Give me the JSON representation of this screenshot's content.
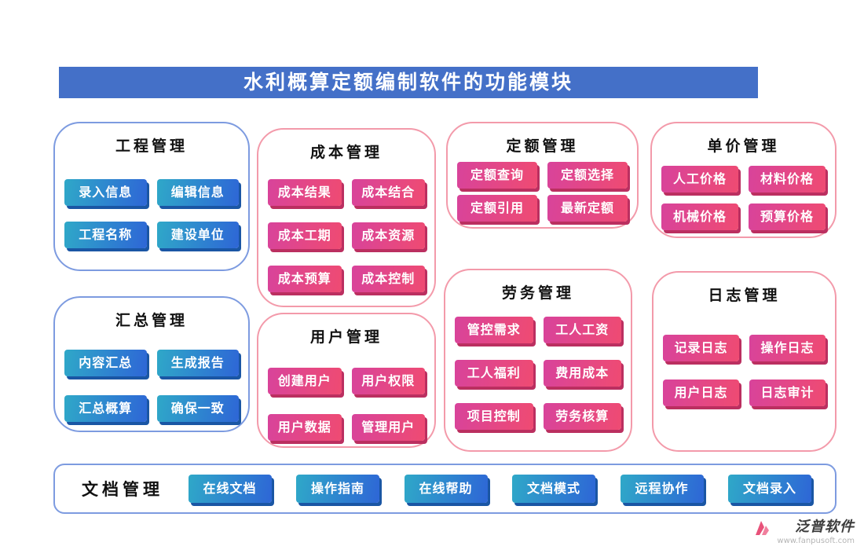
{
  "page": {
    "title": "水利概算定额编制软件的功能模块"
  },
  "colors": {
    "banner": "#4470c8",
    "blue_button_gradient": [
      "#2fa8c8",
      "#2e66d6"
    ],
    "blue_button_shadow": "#1a56a4",
    "pink_button_gradient": [
      "#d8439b",
      "#ef4b72"
    ],
    "pink_button_shadow": "#bb2f60",
    "blue_border": "#7d9be0",
    "pink_border": "#f39aaa"
  },
  "modules": [
    {
      "title": "工程管理",
      "theme": "blue",
      "buttons": [
        "录入信息",
        "编辑信息",
        "工程名称",
        "建设单位"
      ]
    },
    {
      "title": "成本管理",
      "theme": "pink",
      "buttons": [
        "成本结果",
        "成本结合",
        "成本工期",
        "成本资源",
        "成本预算",
        "成本控制"
      ]
    },
    {
      "title": "定额管理",
      "theme": "pink",
      "buttons": [
        "定额查询",
        "定额选择",
        "定额引用",
        "最新定额"
      ]
    },
    {
      "title": "单价管理",
      "theme": "pink",
      "buttons": [
        "人工价格",
        "材料价格",
        "机械价格",
        "预算价格"
      ]
    },
    {
      "title": "汇总管理",
      "theme": "blue",
      "buttons": [
        "内容汇总",
        "生成报告",
        "汇总概算",
        "确保一致"
      ]
    },
    {
      "title": "用户管理",
      "theme": "pink",
      "buttons": [
        "创建用户",
        "用户权限",
        "用户数据",
        "管理用户"
      ]
    },
    {
      "title": "劳务管理",
      "theme": "pink",
      "buttons": [
        "管控需求",
        "工人工资",
        "工人福利",
        "费用成本",
        "项目控制",
        "劳务核算"
      ]
    },
    {
      "title": "日志管理",
      "theme": "pink",
      "buttons": [
        "记录日志",
        "操作日志",
        "用户日志",
        "日志审计"
      ]
    }
  ],
  "doc": {
    "title": "文档管理",
    "buttons": [
      "在线文档",
      "操作指南",
      "在线帮助",
      "文档模式",
      "远程协作",
      "文档录入"
    ]
  },
  "footer": {
    "brand": "泛普软件",
    "url": "www.fanpusoft.com"
  }
}
